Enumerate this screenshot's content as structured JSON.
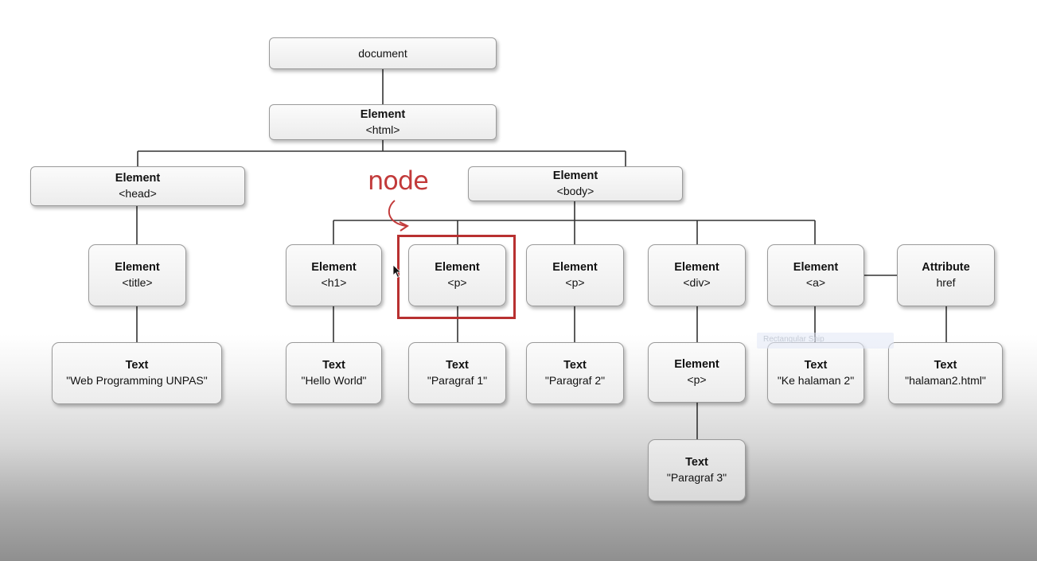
{
  "annotation": {
    "text": "node"
  },
  "snip_tooltip": {
    "text": "Rectangular Snip"
  },
  "nodes": {
    "document": {
      "label": "document"
    },
    "html": {
      "title": "Element",
      "sub": "<html>"
    },
    "head": {
      "title": "Element",
      "sub": "<head>"
    },
    "body": {
      "title": "Element",
      "sub": "<body>"
    },
    "title": {
      "title": "Element",
      "sub": "<title>"
    },
    "h1": {
      "title": "Element",
      "sub": "<h1>"
    },
    "p1": {
      "title": "Element",
      "sub": "<p>"
    },
    "p2": {
      "title": "Element",
      "sub": "<p>"
    },
    "div": {
      "title": "Element",
      "sub": "<div>"
    },
    "a": {
      "title": "Element",
      "sub": "<a>"
    },
    "href": {
      "title": "Attribute",
      "sub": "href"
    },
    "text_title": {
      "title": "Text",
      "sub": "\"Web Programming UNPAS\""
    },
    "text_h1": {
      "title": "Text",
      "sub": "\"Hello World\""
    },
    "text_p1": {
      "title": "Text",
      "sub": "\"Paragraf 1\""
    },
    "text_p2": {
      "title": "Text",
      "sub": "\"Paragraf 2\""
    },
    "div_p": {
      "title": "Element",
      "sub": "<p>"
    },
    "text_a": {
      "title": "Text",
      "sub": "\"Ke halaman 2\""
    },
    "text_href": {
      "title": "Text",
      "sub": "\"halaman2.html\""
    },
    "text_p3": {
      "title": "Text",
      "sub": "\"Paragraf 3\""
    }
  },
  "colors": {
    "highlight": "#b83030",
    "annotation": "#c23a3a",
    "connector": "#333333"
  }
}
